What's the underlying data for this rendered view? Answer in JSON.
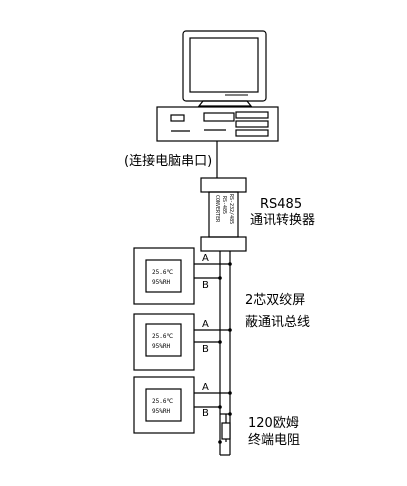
{
  "pc_label": "(连接电脑串口)",
  "converter": {
    "title_line1": "RS485",
    "title_line2": "通讯转换器",
    "body_text": [
      "RS-232/485",
      "RS-485",
      "CONVERTER"
    ]
  },
  "bus": {
    "line1": "2芯双绞屏",
    "line2": "蔽通讯总线",
    "wire_a": "A",
    "wire_b": "B"
  },
  "terminator": {
    "line1": "120欧姆",
    "line2": "终端电阻"
  },
  "meters": [
    {
      "reading1": "25.6℃",
      "reading2": "95%RH"
    },
    {
      "reading1": "25.6℃",
      "reading2": "95%RH"
    },
    {
      "reading1": "25.6℃",
      "reading2": "95%RH"
    }
  ]
}
